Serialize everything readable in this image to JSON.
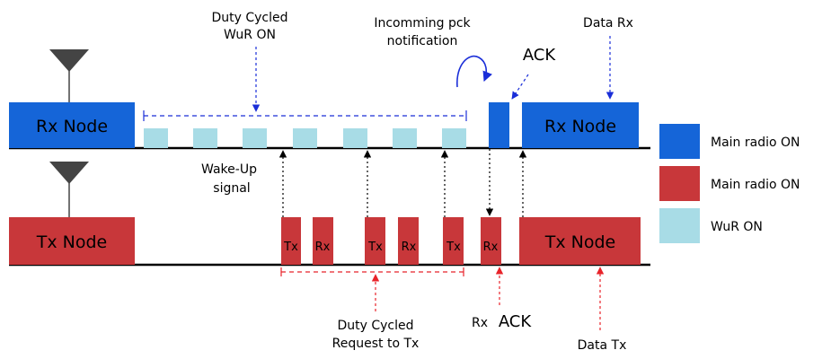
{
  "colors": {
    "rx_blue": "#1565d8",
    "tx_red": "#c8373a",
    "wur_light": "#a8dce6",
    "blue_annotation": "#1a2ed8",
    "red_annotation": "#e8232a"
  },
  "nodes": {
    "rx_left": "Rx Node",
    "rx_right": "Rx Node",
    "tx_left": "Tx Node",
    "tx_right": "Tx Node"
  },
  "cells": [
    "Tx",
    "Rx",
    "Tx",
    "Rx",
    "Tx",
    "Rx"
  ],
  "annotations": {
    "duty_cycled_wur_line1": "Duty Cycled",
    "duty_cycled_wur_line2": "WuR ON",
    "incoming_line1": "Incomming pck",
    "incoming_line2": "notification",
    "data_rx": "Data Rx",
    "ack": "ACK",
    "wakeup_line1": "Wake-Up",
    "wakeup_line2": "signal",
    "duty_tx_line1": "Duty Cycled",
    "duty_tx_line2": "Request to Tx",
    "rx_ack_prefix": "Rx",
    "rx_ack_suffix": "ACK",
    "data_tx": "Data Tx"
  },
  "legend": [
    {
      "label": "Main radio ON",
      "color": "#1565d8"
    },
    {
      "label": "Main radio ON",
      "color": "#c8373a"
    },
    {
      "label": "WuR ON",
      "color": "#a8dce6"
    }
  ]
}
